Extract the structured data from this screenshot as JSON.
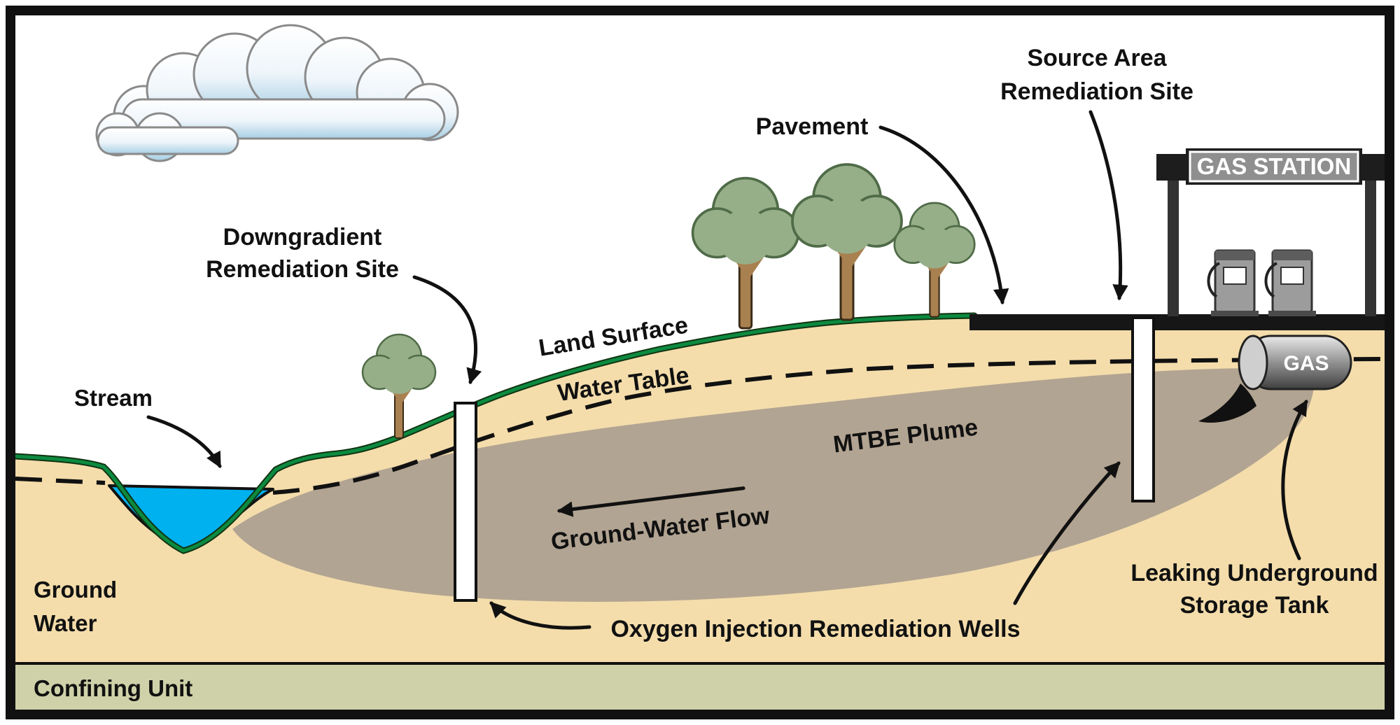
{
  "diagram": {
    "labels": {
      "stream": "Stream",
      "ground_line1": "Ground",
      "ground_line2": "Water",
      "confining_unit": "Confining Unit",
      "land_surface": "Land Surface",
      "water_table": "Water Table",
      "mtbe_plume": "MTBE Plume",
      "groundwater_flow": "Ground-Water Flow",
      "oxygen_wells": "Oxygen Injection Remediation Wells",
      "leaking_line1": "Leaking Underground",
      "leaking_line2": "Storage Tank",
      "downgradient_line1": "Downgradient",
      "downgradient_line2": "Remediation Site",
      "source_line1": "Source Area",
      "source_line2": "Remediation Site",
      "pavement": "Pavement",
      "gas_station": "GAS STATION",
      "gas": "GAS"
    },
    "colors": {
      "soil": "#f4ddab",
      "plume": "#b2a492",
      "stream_water": "#00b1f0",
      "confining_unit": "#cfd2a8",
      "land_line_green": "#0c8a40",
      "tree_foliage": "#97af89",
      "tree_trunk": "#a9804f",
      "pavement_black": "#161616",
      "sign_gray": "#8f8f8f",
      "cloud_blue": "#a8cfe4",
      "ink": "#111111",
      "white": "#ffffff"
    }
  }
}
